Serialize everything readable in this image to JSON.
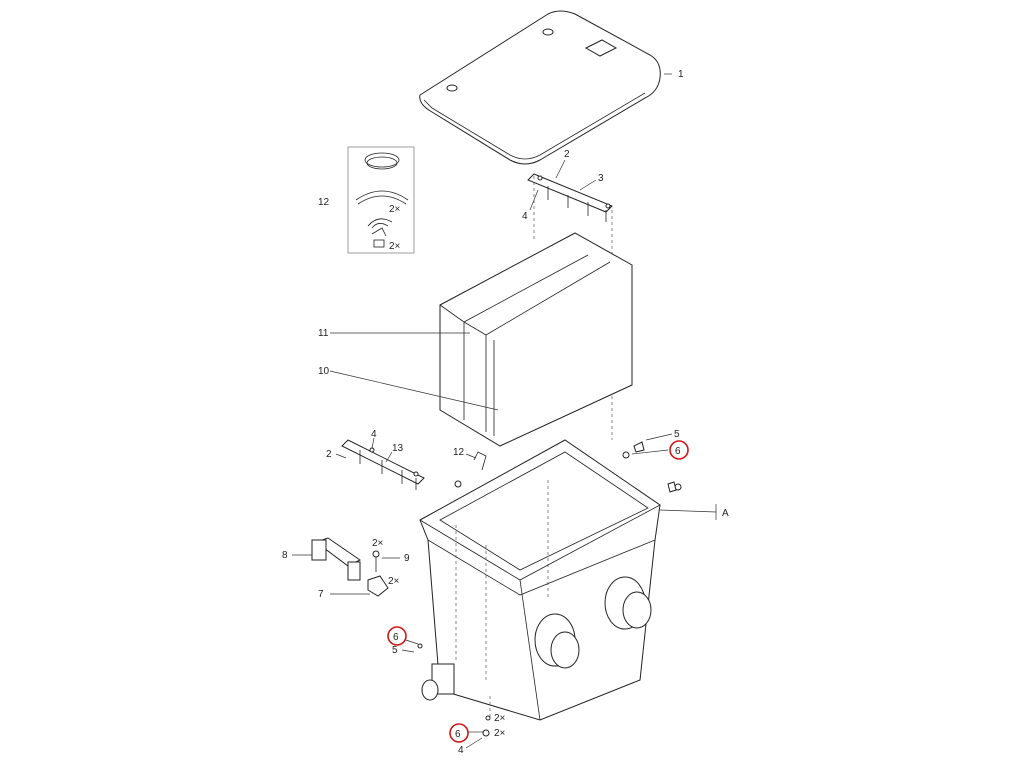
{
  "diagram": {
    "labels": {
      "p1": "1",
      "p2a": "2",
      "p3": "3",
      "p4a": "4",
      "p12a": "12",
      "inset_2x_a": "2×",
      "inset_2x_b": "2×",
      "p11": "11",
      "p10": "10",
      "p4b": "4",
      "p13": "13",
      "p2b": "2",
      "p12b": "12",
      "p5a": "5",
      "p6a": "6",
      "pA": "A",
      "p8": "8",
      "p2x_c": "2×",
      "p9": "9",
      "p2x_d": "2×",
      "p7": "7",
      "p6b": "6",
      "p5b": "5",
      "p2x_e": "2×",
      "p6c": "6",
      "p2x_f": "2×",
      "p4c": "4"
    },
    "highlight_color": "#d01818",
    "line_color": "#222222"
  }
}
